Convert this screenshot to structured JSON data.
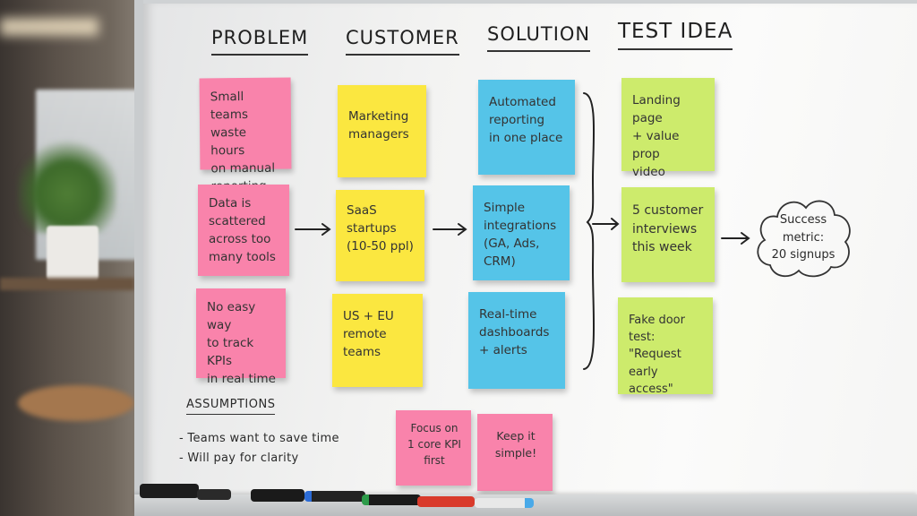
{
  "headings": {
    "problem": "PROBLEM",
    "customer": "CUSTOMER",
    "solution": "SOLUTION",
    "test_idea": "TEST IDEA"
  },
  "problem_notes": [
    "Small teams\nwaste hours\non manual\nreporting",
    "Data is\nscattered\nacross too\nmany tools",
    "No easy way\nto track KPIs\nin real time"
  ],
  "customer_notes": [
    "Marketing\nmanagers",
    "SaaS\nstartups\n(10-50 ppl)",
    "US + EU\nremote\nteams"
  ],
  "solution_notes": [
    "Automated\nreporting\nin one place",
    "Simple\nintegrations\n(GA, Ads, CRM)",
    "Real-time\ndashboards\n+ alerts"
  ],
  "test_notes": [
    "Landing page\n+ value prop\nvideo",
    "5 customer\ninterviews\nthis week",
    "Fake door test:\n\"Request early\naccess\""
  ],
  "success_cloud": "Success\nmetric:\n20 signups",
  "assumptions": {
    "title": "ASSUMPTIONS",
    "items": [
      "- Teams want to save time",
      "- Will pay for clarity"
    ]
  },
  "bottom_notes": [
    "Focus on\n1 core KPI\nfirst",
    "Keep it\nsimple!"
  ],
  "colors": {
    "pink": "#f983ab",
    "yellow": "#fbe740",
    "blue": "#55c4e8",
    "green": "#cdeb6c"
  }
}
